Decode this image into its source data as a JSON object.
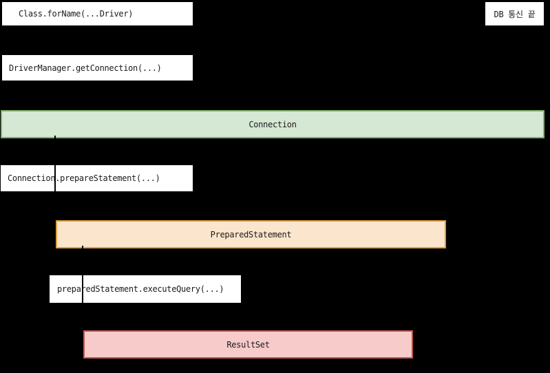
{
  "colors": {
    "background": "#000000",
    "step_box_bg": "#ffffff",
    "text": "#1a1a1a",
    "connector": "#000000",
    "connection_fill": "#d5e8d4",
    "connection_border": "#82b366",
    "preparedstatement_fill": "#fce5cd",
    "preparedstatement_border": "#dd9f3c",
    "resultset_fill": "#f6cbca",
    "resultset_border": "#c4554e"
  },
  "nodes": {
    "class_forname": {
      "label": "Class.forName(...Driver)"
    },
    "db_end": {
      "label": "DB 통신 끝"
    },
    "drivermanager_getconnection": {
      "label": "DriverManager.getConnection(...)"
    },
    "connection": {
      "label": "Connection"
    },
    "connection_preparestatement": {
      "label": "Connection.prepareStatement(...)"
    },
    "preparedstatement": {
      "label": "PreparedStatement"
    },
    "preparedstatement_executequery": {
      "label": "preparedStatement.executeQuery(...)"
    },
    "resultset": {
      "label": "ResultSet"
    }
  }
}
